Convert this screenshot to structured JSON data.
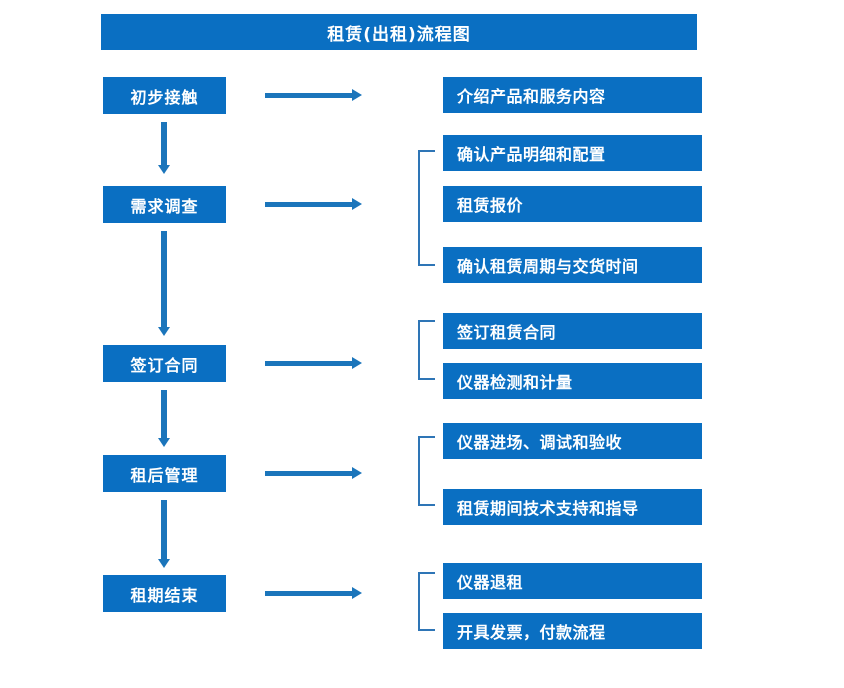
{
  "diagram": {
    "title": "租赁(出租)流程图",
    "colors": {
      "box_fill": "#0A6FC2",
      "box_text": "#FFFFFF",
      "arrow": "#1B75BB",
      "bracket": "#2E75B6",
      "background": "#FFFFFF"
    },
    "stages": [
      {
        "label": "初步接触"
      },
      {
        "label": "需求调查"
      },
      {
        "label": "签订合同"
      },
      {
        "label": "租后管理"
      },
      {
        "label": "租期结束"
      }
    ],
    "details": [
      {
        "label": "介绍产品和服务内容"
      },
      {
        "label": "确认产品明细和配置"
      },
      {
        "label": "租赁报价"
      },
      {
        "label": "确认租赁周期与交货时间"
      },
      {
        "label": "签订租赁合同"
      },
      {
        "label": "仪器检测和计量"
      },
      {
        "label": "仪器进场、调试和验收"
      },
      {
        "label": "租赁期间技术支持和指导"
      },
      {
        "label": "仪器退租"
      },
      {
        "label": "开具发票，付款流程"
      }
    ]
  }
}
